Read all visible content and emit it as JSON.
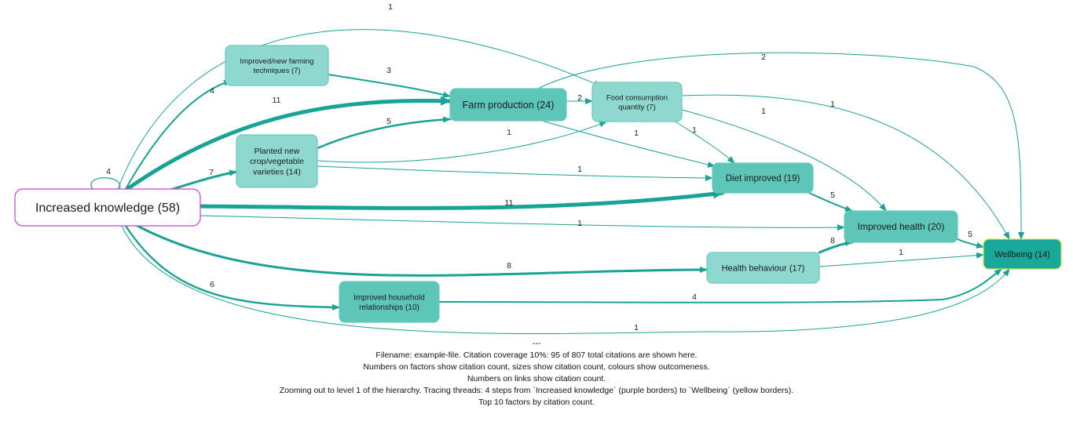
{
  "diagram": {
    "colors": {
      "edge": "#18a394",
      "node_light": "#8fd8cf",
      "node_mid": "#5ec6b9",
      "node_dark": "#1aa89a",
      "node_text": "#1a1a1a",
      "source_border": "#c640d6",
      "target_border": "#c9e84a"
    },
    "nodes": [
      {
        "id": "knowledge",
        "label": "Increased knowledge (58)",
        "lines": [
          "Increased knowledge (58)"
        ]
      },
      {
        "id": "techniques",
        "label": "Improved/new farming techniques (7)",
        "lines": [
          "Improved/new farming",
          "techniques (7)"
        ]
      },
      {
        "id": "farm",
        "label": "Farm production (24)",
        "lines": [
          "Farm production (24)"
        ]
      },
      {
        "id": "food",
        "label": "Food consumption quantity (7)",
        "lines": [
          "Food consumption",
          "quantity (7)"
        ]
      },
      {
        "id": "planted",
        "label": "Planted new crop/vegetable varieties (14)",
        "lines": [
          "Planted new",
          "crop/vegetable",
          "varieties (14)"
        ]
      },
      {
        "id": "diet",
        "label": "Diet improved (19)",
        "lines": [
          "Diet improved (19)"
        ]
      },
      {
        "id": "health",
        "label": "Improved health (20)",
        "lines": [
          "Improved health (20)"
        ]
      },
      {
        "id": "behaviour",
        "label": "Health behaviour (17)",
        "lines": [
          "Health behaviour (17)"
        ]
      },
      {
        "id": "household",
        "label": "Improved household relationships (10)",
        "lines": [
          "Improved household",
          "relationships (10)"
        ]
      },
      {
        "id": "wellbeing",
        "label": "Wellbeing (14)",
        "lines": [
          "Wellbeing (14)"
        ]
      }
    ],
    "edges": [
      {
        "from": "knowledge",
        "to": "knowledge",
        "label": "4"
      },
      {
        "from": "knowledge",
        "to": "techniques",
        "label": "4"
      },
      {
        "from": "knowledge",
        "to": "farm",
        "label": "11"
      },
      {
        "from": "knowledge",
        "to": "planted",
        "label": "7"
      },
      {
        "from": "knowledge",
        "to": "diet",
        "label": "11"
      },
      {
        "from": "knowledge",
        "to": "health",
        "label": "1"
      },
      {
        "from": "knowledge",
        "to": "behaviour",
        "label": "8"
      },
      {
        "from": "knowledge",
        "to": "household",
        "label": "6"
      },
      {
        "from": "knowledge",
        "to": "wellbeing",
        "label": "1"
      },
      {
        "from": "knowledge",
        "to": "food",
        "label": "1"
      },
      {
        "from": "techniques",
        "to": "farm",
        "label": "3"
      },
      {
        "from": "planted",
        "to": "farm",
        "label": "5"
      },
      {
        "from": "planted",
        "to": "food",
        "label": "1"
      },
      {
        "from": "planted",
        "to": "diet",
        "label": "1"
      },
      {
        "from": "farm",
        "to": "food",
        "label": "2"
      },
      {
        "from": "farm",
        "to": "wellbeing",
        "label": "2"
      },
      {
        "from": "farm",
        "to": "diet",
        "label": "1"
      },
      {
        "from": "food",
        "to": "diet",
        "label": "1"
      },
      {
        "from": "food",
        "to": "health",
        "label": "1"
      },
      {
        "from": "food",
        "to": "wellbeing",
        "label": "1"
      },
      {
        "from": "diet",
        "to": "health",
        "label": "5"
      },
      {
        "from": "behaviour",
        "to": "health",
        "label": "8"
      },
      {
        "from": "behaviour",
        "to": "wellbeing",
        "label": "1"
      },
      {
        "from": "health",
        "to": "wellbeing",
        "label": "5"
      },
      {
        "from": "household",
        "to": "wellbeing",
        "label": "4"
      }
    ]
  },
  "caption": {
    "separator": "---",
    "line1": "Filename: example-file. Citation coverage 10%: 95 of 807 total citations are shown here.",
    "line2": "Numbers on factors show citation count, sizes show citation count, colours show outcomeness.",
    "line3": "Numbers on links show citation count.",
    "line4": "Zooming out to level 1 of the hierarchy. Tracing threads: 4 steps from `Increased knowledge` (purple borders) to `Wellbeing` (yellow borders).",
    "line5": "Top 10 factors by citation count."
  }
}
